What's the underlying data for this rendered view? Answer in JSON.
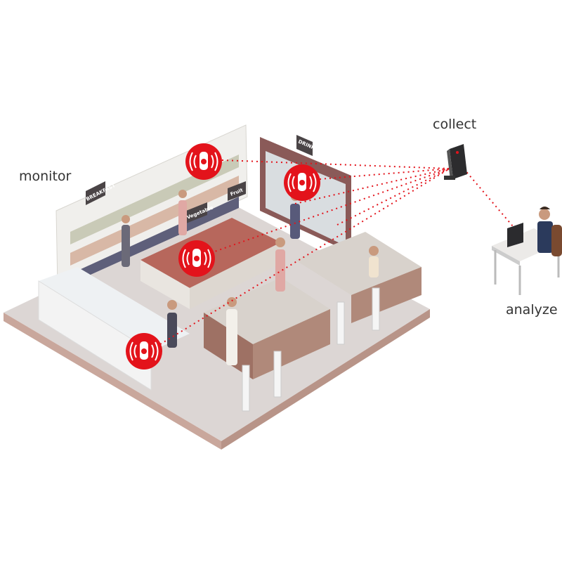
{
  "labels": {
    "monitor": "monitor",
    "collect": "collect",
    "analyze": "analyze"
  },
  "signs": {
    "breakfast": "BREAKFAST",
    "drinks": "DRINKS",
    "vegetable": "Vegetable",
    "fruit": "Fruit"
  },
  "colors": {
    "accent": "#e3131b",
    "floor": "#dcd6d4",
    "shelf": "#f0efec",
    "sign": "#4a4446"
  },
  "sensors": [
    "shelf-sensor",
    "fridge-sensor",
    "produce-sensor",
    "freezer-sensor"
  ]
}
